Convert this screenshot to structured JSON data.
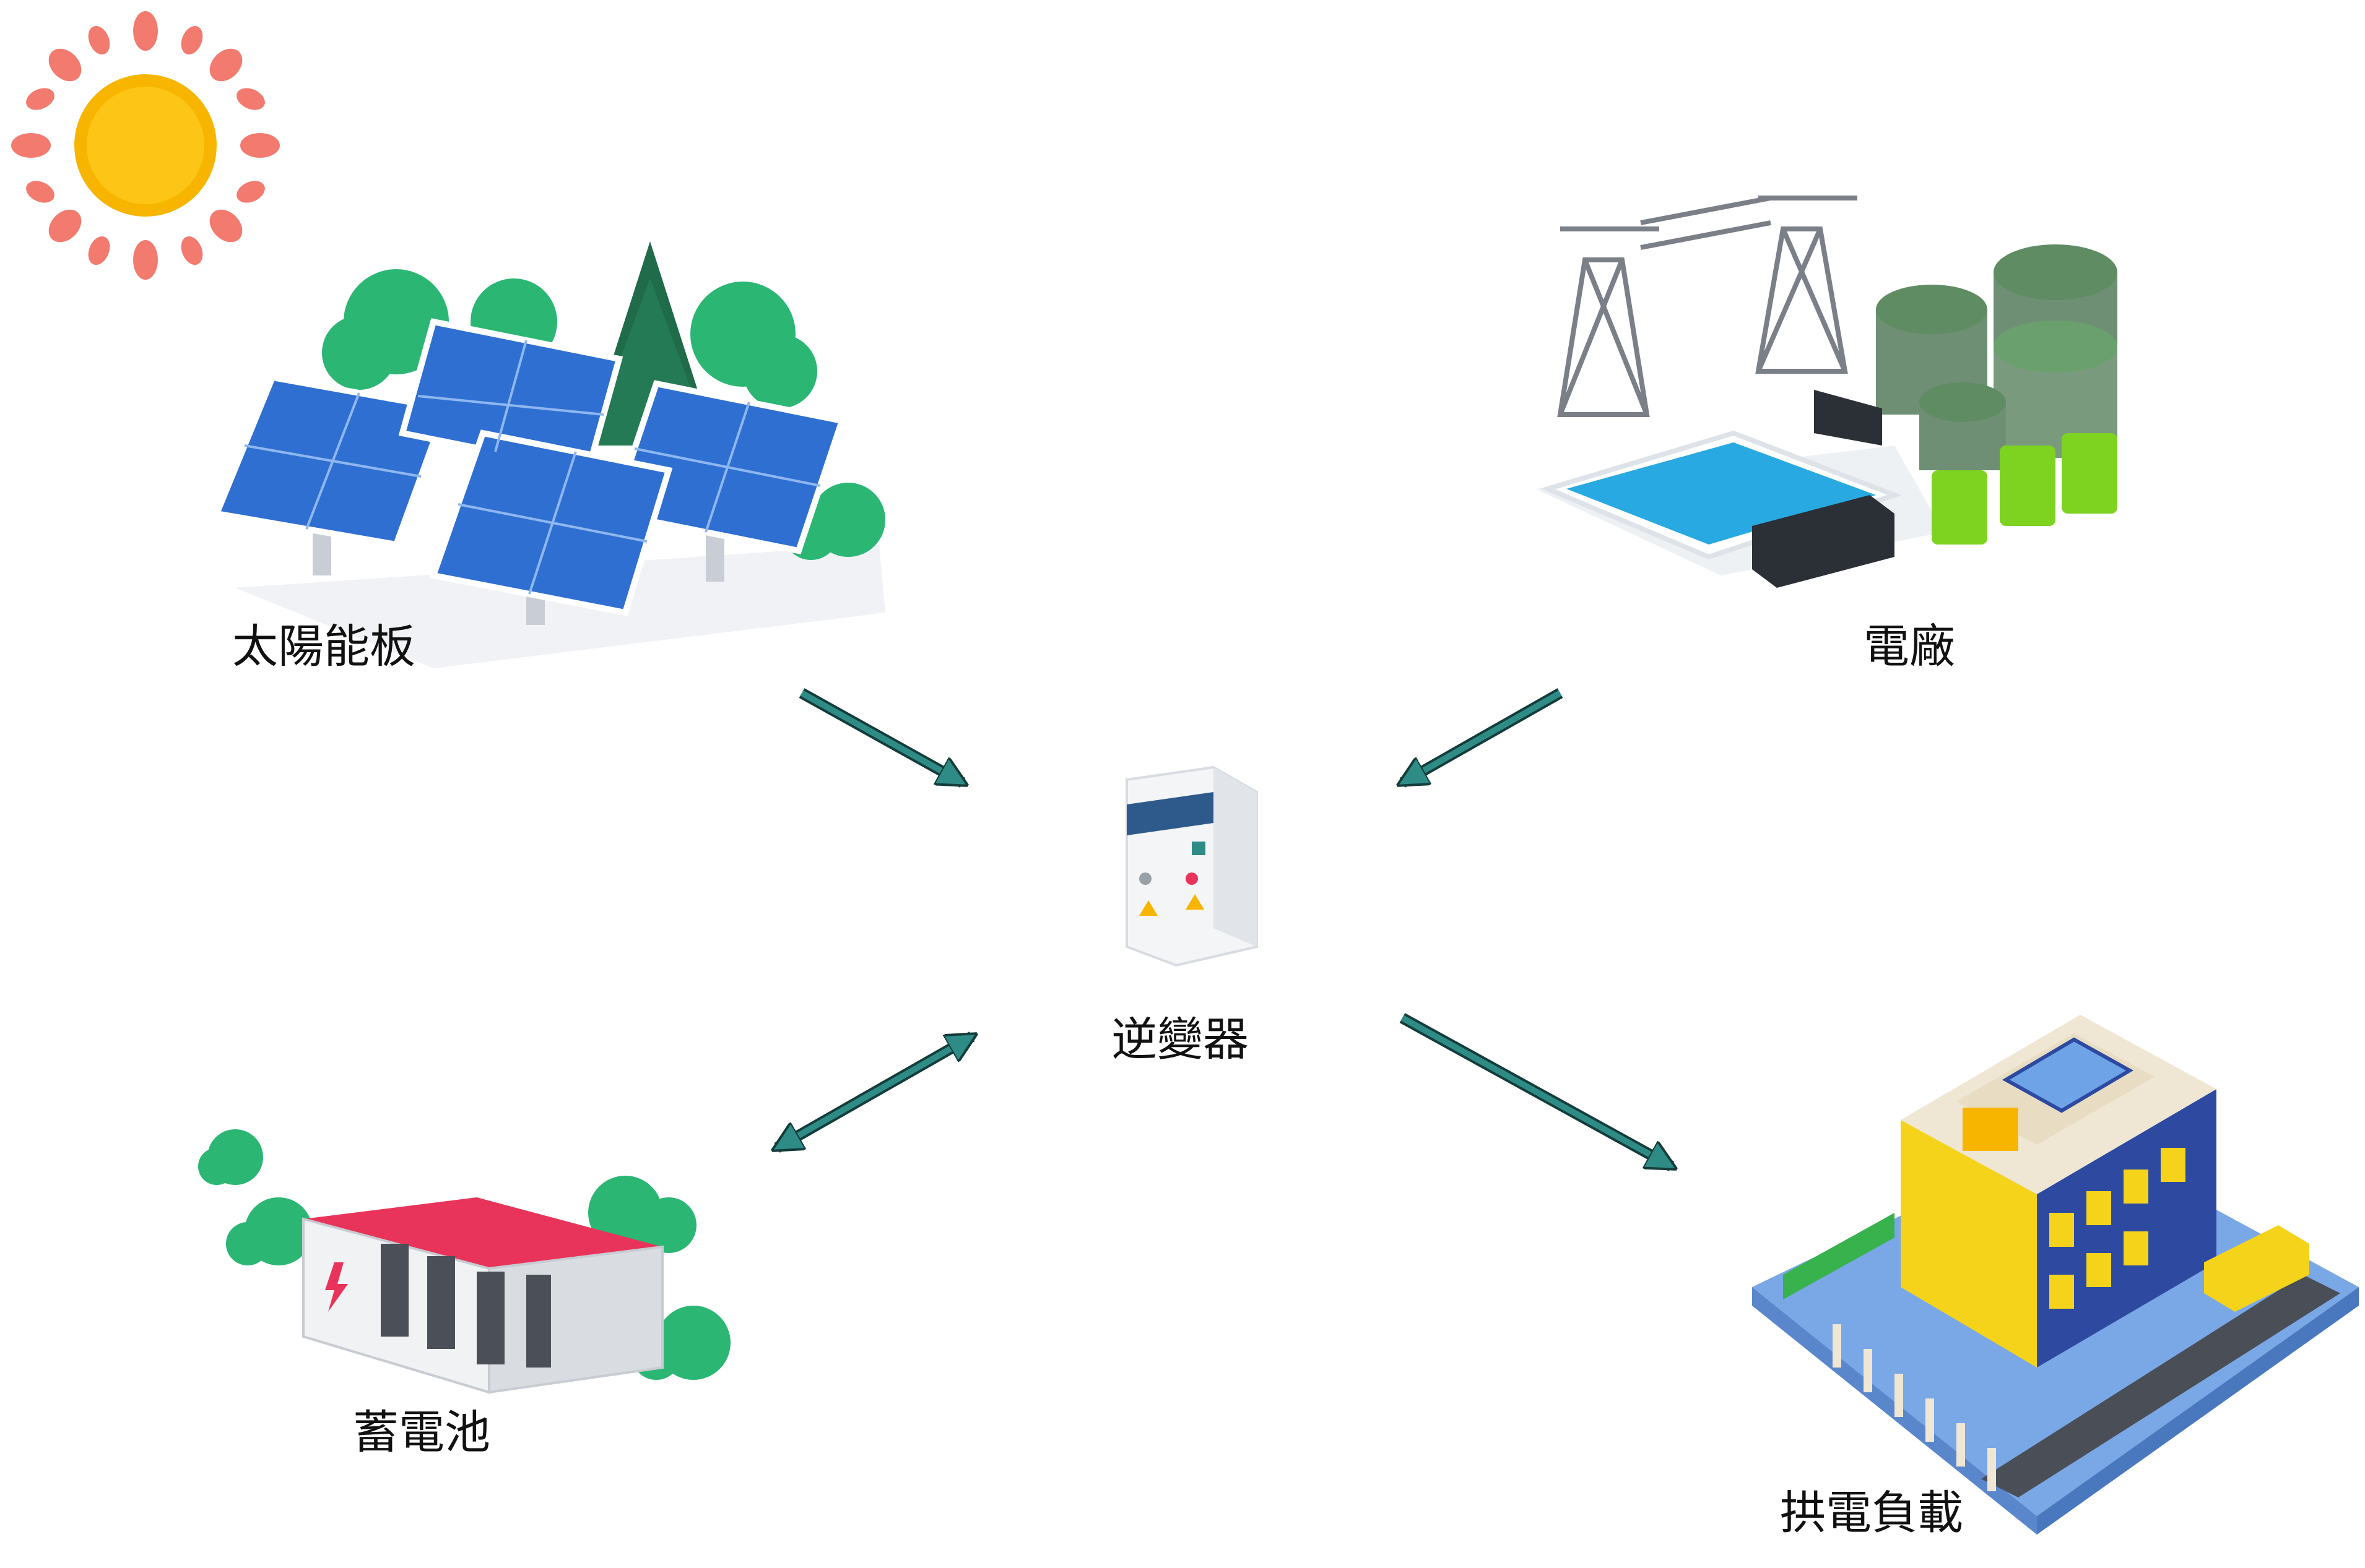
{
  "nodes": {
    "solar": {
      "label": "太陽能板"
    },
    "plant": {
      "label": "電廠"
    },
    "inverter": {
      "label": "逆變器"
    },
    "battery": {
      "label": "蓄電池"
    },
    "load": {
      "label": "拱電負載"
    }
  },
  "edges": [
    {
      "from": "solar",
      "to": "inverter",
      "direction": "forward"
    },
    {
      "from": "plant",
      "to": "inverter",
      "direction": "forward"
    },
    {
      "from": "inverter",
      "to": "battery",
      "direction": "both"
    },
    {
      "from": "inverter",
      "to": "load",
      "direction": "forward"
    }
  ],
  "colors": {
    "arrow": "#2e8b86",
    "arrow_outline": "#143c3a",
    "sun": "#f7b500",
    "sun_rays": "#f27a6e",
    "solar_panel": "#2f6fd1",
    "tree": "#2bb673",
    "tree_dark": "#1f6b4a",
    "tank": "#6f8f74",
    "pool": "#29a9e1",
    "green_pipe": "#7ed321",
    "battery_top": "#e8345a",
    "building_yellow": "#f5d31b",
    "building_blue": "#2d4aa0",
    "base_blue": "#7aa7e6"
  },
  "icons": {
    "sun": "sun-icon",
    "solar": "solar-panel-icon",
    "plant": "power-plant-icon",
    "inverter": "inverter-cabinet-icon",
    "battery": "battery-storage-icon",
    "load": "building-load-icon"
  }
}
